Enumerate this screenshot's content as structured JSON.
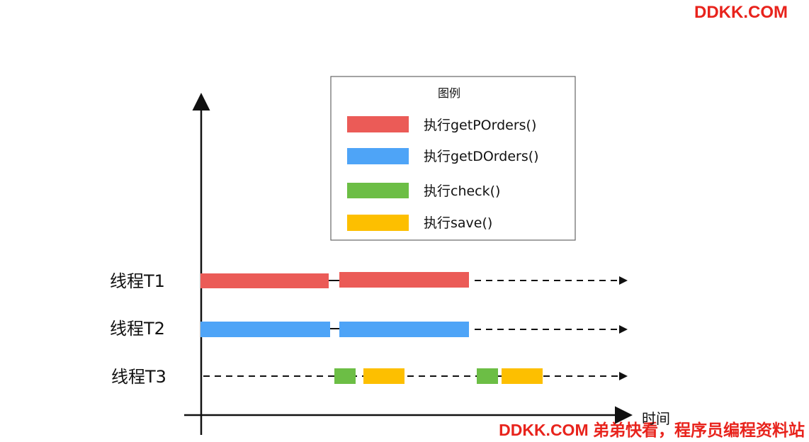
{
  "watermark_top": "DDKK.COM",
  "watermark_bottom": "DDKK.COM 弟弟快看，程序员编程资料站",
  "axis": {
    "x_label": "时间"
  },
  "legend": {
    "title": "图例",
    "items": [
      {
        "label": "执行getPOrders()",
        "color": "#eb5b57"
      },
      {
        "label": "执行getDOrders()",
        "color": "#4ea4f7"
      },
      {
        "label": "执行check()",
        "color": "#6cbe45"
      },
      {
        "label": "执行save()",
        "color": "#fdbf00"
      }
    ]
  },
  "threads": [
    {
      "label": "线程T1",
      "color": "#eb5b57"
    },
    {
      "label": "线程T2",
      "color": "#4ea4f7"
    },
    {
      "label": "线程T3",
      "color_check": "#6cbe45",
      "color_save": "#fdbf00"
    }
  ]
}
